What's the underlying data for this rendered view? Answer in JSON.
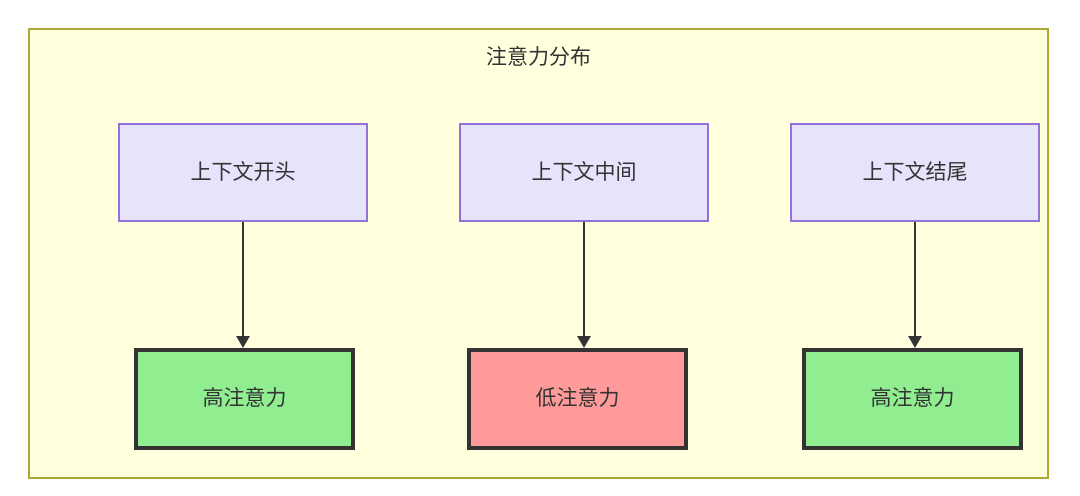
{
  "diagram": {
    "title": "注意力分布",
    "container": {
      "fill_color": "#ffffde",
      "border_color": "#aaaa33"
    },
    "context_nodes": [
      {
        "id": "context-start",
        "label": "上下文开头",
        "fill_color": "#e6e4fb",
        "border_color": "#9370db"
      },
      {
        "id": "context-middle",
        "label": "上下文中间",
        "fill_color": "#e6e4fb",
        "border_color": "#9370db"
      },
      {
        "id": "context-end",
        "label": "上下文结尾",
        "fill_color": "#e6e4fb",
        "border_color": "#9370db"
      }
    ],
    "attention_nodes": [
      {
        "id": "attention-high-start",
        "label": "高注意力",
        "level": "high",
        "fill_color": "#90ee90",
        "border_color": "#333333"
      },
      {
        "id": "attention-low-middle",
        "label": "低注意力",
        "level": "low",
        "fill_color": "#ff9a9a",
        "border_color": "#333333"
      },
      {
        "id": "attention-high-end",
        "label": "高注意力",
        "level": "high",
        "fill_color": "#90ee90",
        "border_color": "#333333"
      }
    ],
    "edges": [
      {
        "id": "edge-start",
        "from": "上下文开头",
        "to": "高注意力",
        "arrow": "arrow-down-icon"
      },
      {
        "id": "edge-middle",
        "from": "上下文中间",
        "to": "低注意力",
        "arrow": "arrow-down-icon"
      },
      {
        "id": "edge-end",
        "from": "上下文结尾",
        "to": "高注意力",
        "arrow": "arrow-down-icon"
      }
    ]
  }
}
